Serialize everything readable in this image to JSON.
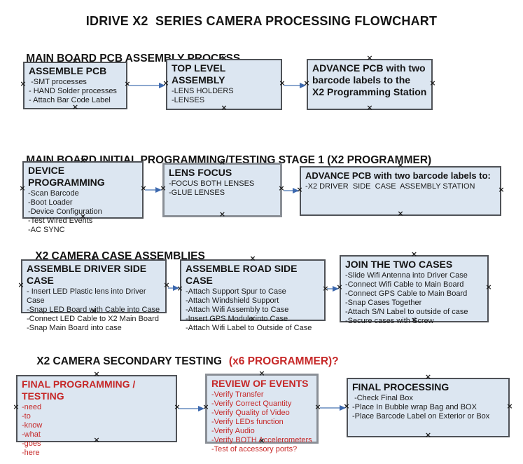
{
  "title": "IDRIVE X2  SERIES CAMERA PROCESSING FLOWCHART",
  "colors": {
    "box_fill": "#dce6f1",
    "box_border": "#4f5257",
    "red_text": "#c62828",
    "arrow_line": "#8ca8cf",
    "arrow_head": "#3c68ae",
    "background": "#ffffff"
  },
  "sections": [
    {
      "heading": "MAIN BOARD PCB ASSEMBLY PROCESS",
      "boxes": [
        {
          "title": "ASSEMBLE PCB",
          "lines": [
            " -SMT processes",
            "- HAND Solder processes",
            "- Attach Bar Code Label"
          ]
        },
        {
          "title": "TOP LEVEL ASSEMBLY",
          "lines": [
            "-LENS HOLDERS",
            "-LENSES"
          ]
        },
        {
          "title": "ADVANCE PCB with two barcode labels to the\n X2 Programming Station",
          "lines": []
        }
      ]
    },
    {
      "heading": "MAIN BOARD INITIAL PROGRAMMING/TESTING STAGE 1 (X2 PROGRAMMER)",
      "boxes": [
        {
          "title": "DEVICE PROGRAMMING",
          "lines": [
            "-Scan Barcode",
            "-Boot Loader",
            "-Device Configuration",
            "-Test Wired Events",
            "-AC SYNC"
          ]
        },
        {
          "title": "LENS FOCUS",
          "lines": [
            "-FOCUS BOTH LENSES",
            "-GLUE LENSES"
          ]
        },
        {
          "title": "ADVANCE PCB with two barcode labels to:",
          "lines": [
            "-X2 DRIVER  SIDE  CASE  ASSEMBLY STATION"
          ]
        }
      ]
    },
    {
      "heading": "X2 CAMERA CASE ASSEMBLIES",
      "boxes": [
        {
          "title": "ASSEMBLE DRIVER SIDE CASE",
          "lines": [
            "- Insert LED Plastic lens into Driver Case",
            "-Snap LED Board with Cable into Case",
            "-Connect LED Cable to X2 Main Board",
            "-Snap Main Board into case"
          ]
        },
        {
          "title": "ASSEMBLE ROAD SIDE CASE",
          "lines": [
            "-Attach Support Spur to Case",
            "-Attach Windshield Support",
            "-Attach Wifi Assembly to Case",
            "-Insert GPS Module into Case",
            "-Attach Wifi Label to Outside of Case"
          ]
        },
        {
          "title": "JOIN THE TWO CASES",
          "lines": [
            "-Slide Wifi Antenna into Driver Case",
            "-Connect Wifi Cable to Main Board",
            "-Connect GPS Cable to Main Board",
            "-Snap Cases Together",
            "-Attach S/N Label to outside of case",
            "-Secure cases with Screw"
          ]
        }
      ]
    },
    {
      "heading": "X2 CAMERA SECONDARY TESTING",
      "heading_red": "(x6 PROGRAMMER)?",
      "boxes": [
        {
          "title": "FINAL PROGRAMMING / TESTING",
          "lines": [
            "-need",
            "-to",
            "-know",
            "-what",
            "-goes",
            "-here"
          ]
        },
        {
          "title": "REVIEW OF EVENTS",
          "lines": [
            "-Verify Transfer",
            "-Verify Correct Quantity",
            "-Verify Quality of Video",
            "-Verify LEDs function",
            "-Verify Audio",
            "-Verify BOTH Accelerometers",
            "-Test of accessory ports?"
          ]
        },
        {
          "title": "FINAL PROCESSING",
          "lines": [
            " -Check Final Box",
            "-Place In Bubble wrap Bag and BOX",
            "-Place Barcode Label on Exterior or Box"
          ]
        }
      ]
    }
  ],
  "flow": [
    "ASSEMBLE PCB -> TOP LEVEL ASSEMBLY",
    "TOP LEVEL ASSEMBLY -> ADVANCE PCB with two barcode labels to the X2 Programming Station",
    "DEVICE PROGRAMMING -> LENS FOCUS",
    "LENS FOCUS -> ADVANCE PCB with two barcode labels to: X2 DRIVER SIDE CASE ASSEMBLY STATION",
    "ASSEMBLE DRIVER SIDE CASE -> ASSEMBLE ROAD SIDE CASE",
    "ASSEMBLE ROAD SIDE CASE -> JOIN THE TWO CASES",
    "FINAL PROGRAMMING / TESTING -> REVIEW OF EVENTS",
    "REVIEW OF EVENTS -> FINAL PROCESSING"
  ]
}
